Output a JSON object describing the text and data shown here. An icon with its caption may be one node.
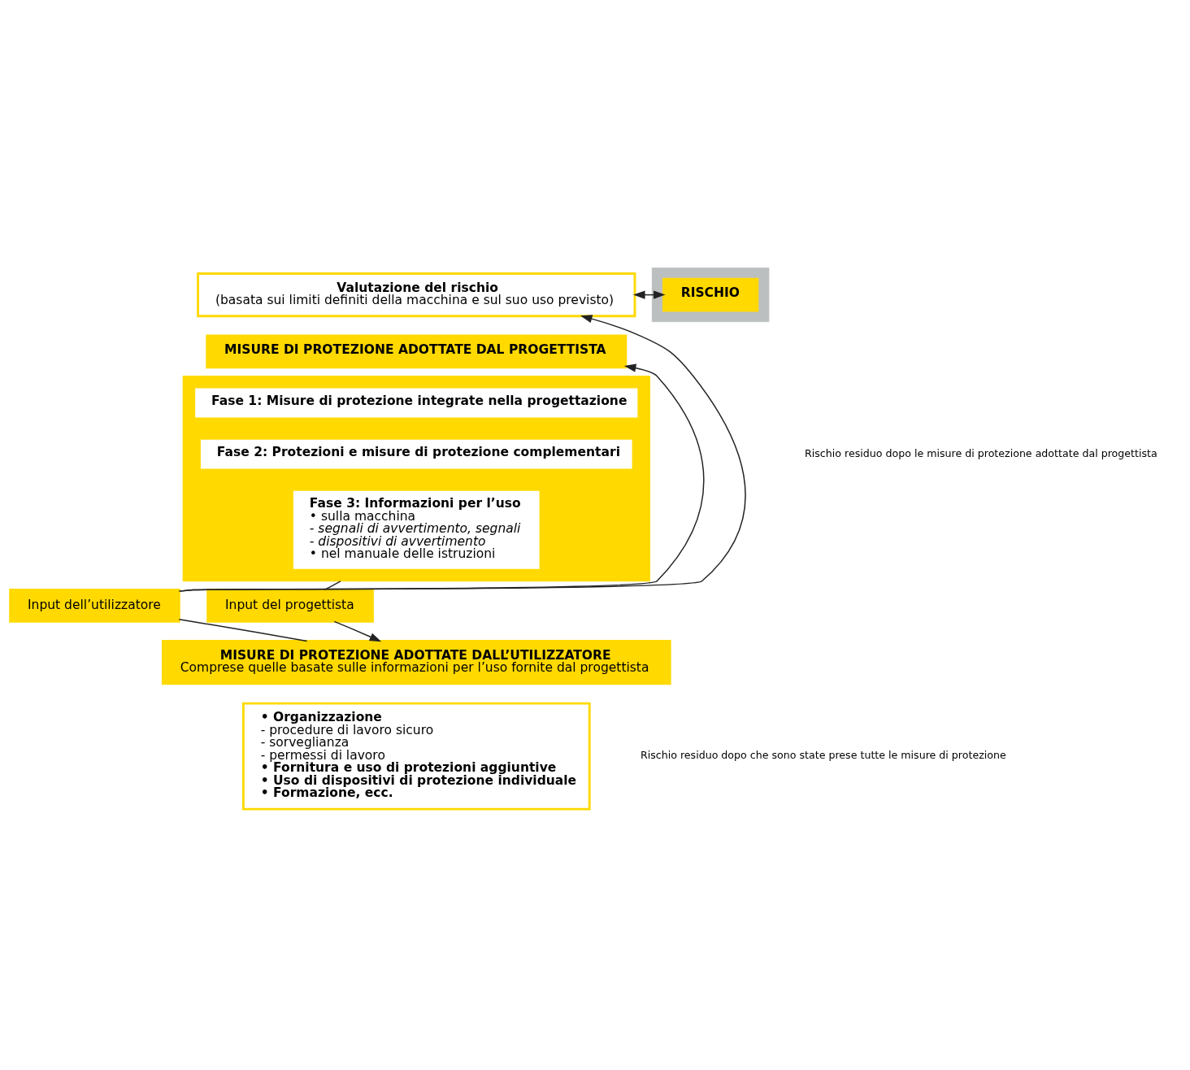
{
  "diagram": {
    "nodes": [
      {
        "text": [
          "Valutazione del rischio",
          "(basata sui limiti definiti della macchina e sul suo uso previsto)"
        ]
      },
      {
        "text": [],
        "shape": "bar"
      },
      {
        "text": [
          "RISCHIO"
        ],
        "in": 1
      },
      {
        "text": [
          "MISURE DI PROTEZIONE ADOTTATE DAL PROGETTISTA"
        ]
      },
      {
        "text": [],
        "shape": "box"
      },
      {
        "text": [
          "Fase 1: Misure di protezione integrate nella progettazione"
        ],
        "in": 4
      },
      {
        "text": [
          "Fase 2: Protezioni e misure di protezione complementari"
        ],
        "in": 4
      },
      {
        "text": [
          "Fase 3: Informazioni per l’uso",
          "• sulla macchina",
          "- segnali di avvertimento, segnali",
          "- dispositivi di avvertimento",
          "• nel manuale delle istruzioni"
        ],
        "in": 4
      },
      {
        "text": [
          "Input dell’utilizzatore"
        ]
      },
      {
        "text": [
          "Input del progettista"
        ]
      },
      {
        "text": [
          "MISURE DI PROTEZIONE ADOTTATE DALL’UTILIZZATORE",
          "Comprese quelle basate sulle informazioni per l’uso fornite dal progettista"
        ]
      },
      {
        "text": [
          "• Organizzazione",
          "- procedure di lavoro sicuro",
          "- sorveglianza",
          "- permessi di lavoro",
          "• Fornitura e uso di protezioni aggiuntive",
          "• Uso di dispositivi di protezione individuale",
          "• Formazione, ecc."
        ]
      }
    ],
    "edges": [
      {
        "from": 0,
        "to": 2,
        "arrow": "both"
      },
      {
        "from": 10,
        "to": 8,
        "arrow": "none"
      },
      {
        "from": 8,
        "to": 0,
        "arrow": "to"
      },
      {
        "from": 8,
        "to": 3,
        "arrow": "to"
      },
      {
        "from": 4,
        "to": 9,
        "arrow": "none"
      },
      {
        "from": 9,
        "to": 10,
        "arrow": "to"
      }
    ],
    "labels": [
      "Rischio residuo dopo le misure di protezione adottate dal progettista",
      "Rischio residuo dopo che sono state prese tutte le misure di protezione"
    ]
  }
}
